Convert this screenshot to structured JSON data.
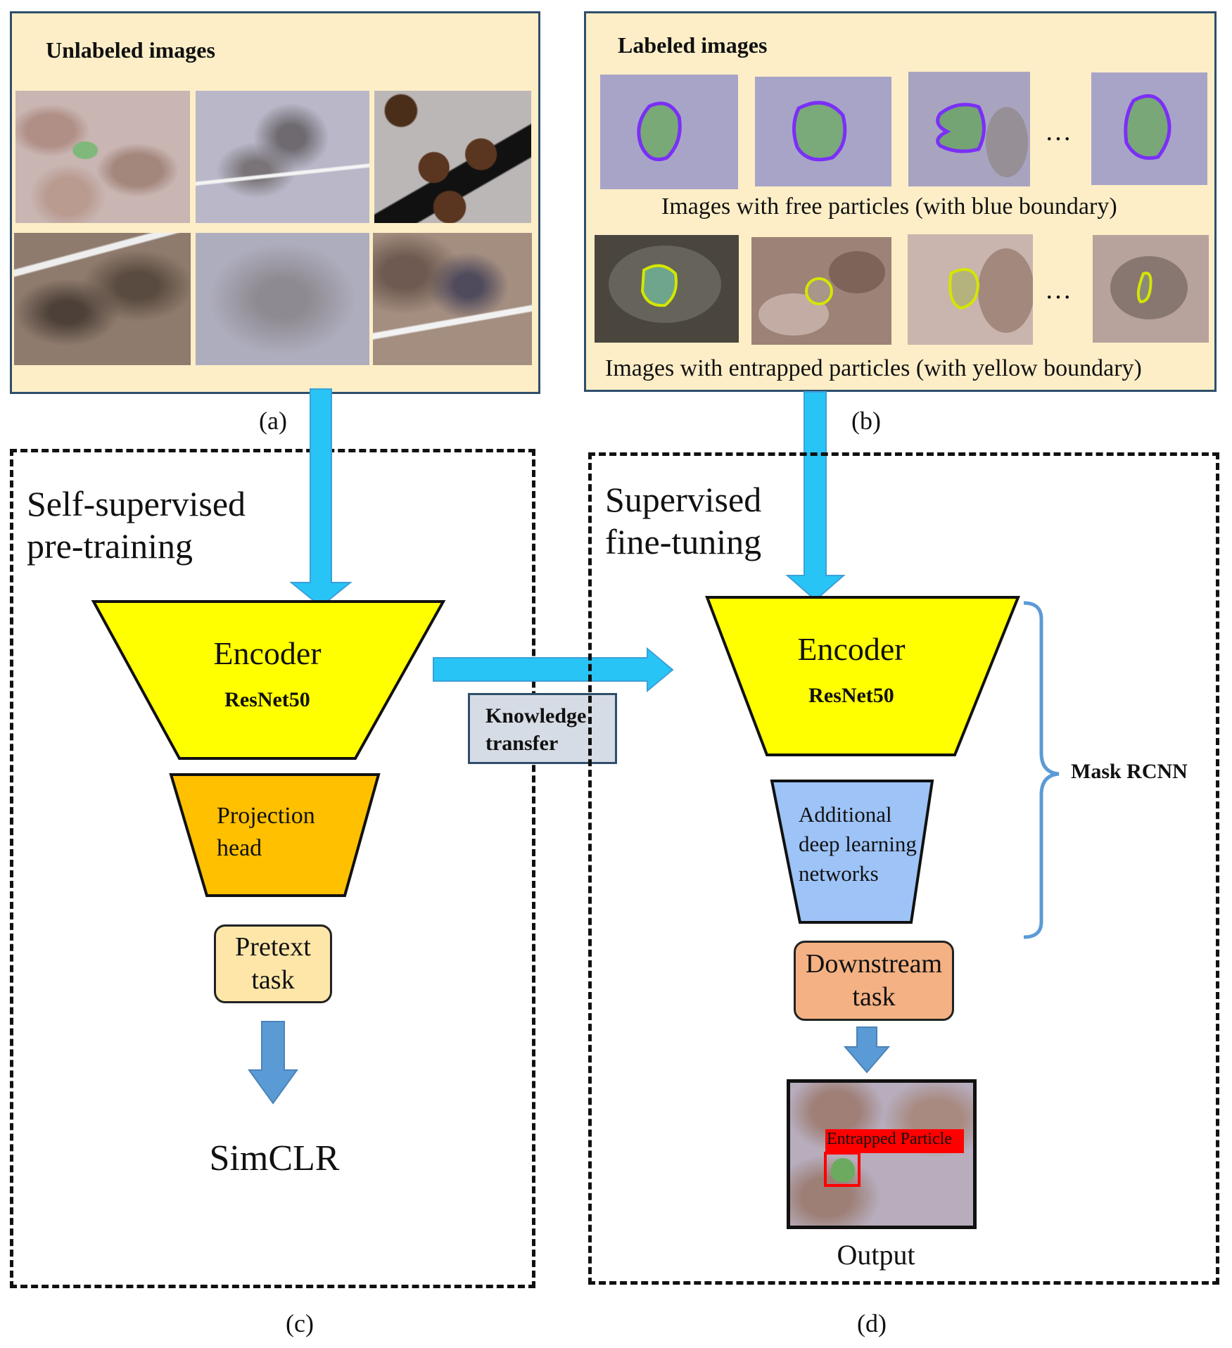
{
  "panel_a": {
    "title": "Unlabeled images",
    "label": "(a)"
  },
  "panel_b": {
    "title": "Labeled images",
    "free_caption": "Images with free particles (with blue boundary)",
    "entrapped_caption": "Images with entrapped particles (with yellow boundary)",
    "ellipsis": "…",
    "label": "(b)"
  },
  "panel_c": {
    "stage_line1": "Self-supervised",
    "stage_line2": "pre-training",
    "encoder_title": "Encoder",
    "encoder_model": "ResNet50",
    "projection_head_line1": "Projection",
    "projection_head_line2": "head",
    "pretext_task_line1": "Pretext",
    "pretext_task_line2": "task",
    "method": "SimCLR",
    "label": "(c)"
  },
  "transfer": {
    "line1": "Knowledge",
    "line2": "transfer"
  },
  "panel_d": {
    "stage_line1": "Supervised",
    "stage_line2": "fine-tuning",
    "encoder_title": "Encoder",
    "encoder_model": "ResNet50",
    "additional_line1": "Additional",
    "additional_line2": "deep learning",
    "additional_line3": "networks",
    "mask_rcnn": "Mask RCNN",
    "downstream_line1": "Downstream",
    "downstream_line2": "task",
    "detection_label": "Entrapped Particle",
    "output_caption": "Output",
    "label": "(d)"
  },
  "colors": {
    "panel_fill": "#fdeec7",
    "panel_border": "#2f4e6b",
    "arrow_cyan": "#29c4f6",
    "arrow_blue": "#5b9bd5",
    "encoder_yellow": "#ffff00",
    "projection_orange": "#ffc000",
    "pretext_fill": "#fde6a8",
    "additional_blue": "#9dc3f7",
    "downstream_fill": "#f4b183",
    "transfer_box": "#d6dce5",
    "free_boundary": "#7b2ff7",
    "entrapped_boundary": "#d4e600",
    "detection_red": "#ff0000"
  }
}
